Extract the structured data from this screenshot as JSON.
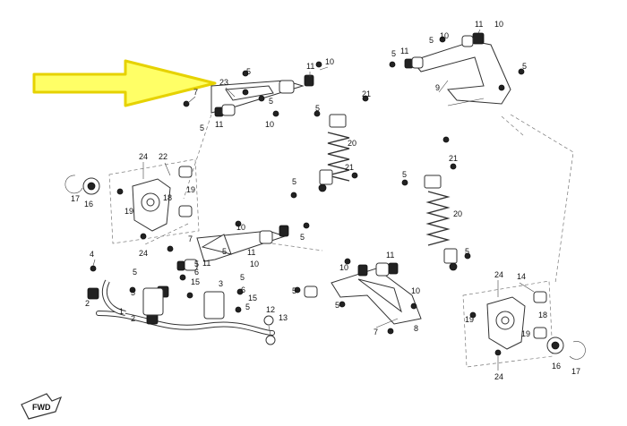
{
  "diagram": {
    "callouts": {
      "c23": "23",
      "c5a": "5",
      "c11a": "11",
      "c10a": "10",
      "c7a": "7",
      "c5b": "5",
      "c11b": "11",
      "c5c": "5",
      "c10b": "10",
      "c11c": "11",
      "c10c": "10",
      "c5d": "5",
      "c10d": "10",
      "c5e": "5",
      "c11d": "11",
      "c9": "9",
      "c5f": "5",
      "c21a": "21",
      "c5g": "5",
      "c20a": "20",
      "c21b": "21",
      "c5h": "5",
      "c21c": "21",
      "c5i": "5",
      "c20b": "20",
      "c24a": "24",
      "c22": "22",
      "c17a": "17",
      "c16a": "16",
      "c18a": "18",
      "c19a": "19",
      "c19b": "19",
      "c24b": "24",
      "c7b": "7",
      "c5j": "5",
      "c11e": "11",
      "c10e": "10",
      "c10f": "10",
      "c11f": "11",
      "c5k": "5",
      "c4": "4",
      "c5l": "5",
      "c6a": "6",
      "c5m": "5",
      "c15a": "15",
      "c2a": "2",
      "c1": "1",
      "c2b": "2",
      "c5n": "5",
      "c6b": "6",
      "c5o": "5",
      "c3": "3",
      "c15b": "15",
      "c5p": "5",
      "c12": "12",
      "c13": "13",
      "c10g": "10",
      "c11g": "11",
      "c5q": "5",
      "c5r": "5",
      "c10h": "10",
      "c7c": "7",
      "c8": "8",
      "c5s": "5",
      "c24c": "24",
      "c14": "14",
      "c19c": "19",
      "c18b": "18",
      "c19d": "19",
      "c24d": "24",
      "c16b": "16",
      "c17b": "17"
    },
    "fwd_label": "FWD"
  },
  "colors": {
    "arrow_fill": "#ffff66",
    "arrow_stroke": "#e6d200",
    "line": "#333333"
  }
}
